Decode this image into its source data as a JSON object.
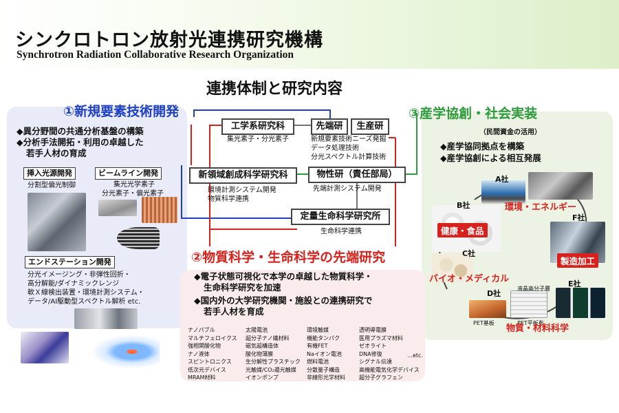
{
  "header": {
    "title": "シンクロトロン放射光連携研究機構",
    "subtitle": "Synchrotron Radiation Collaborative Research Organization"
  },
  "section_title": "連携体制と研究内容",
  "pillar1": {
    "heading": "①新規要素技術開発",
    "bullets": [
      "◆異分野間の共通分析基盤の構築",
      "◆分析手法開拓・利用の卓越した",
      "若手人材の育成"
    ],
    "sources": {
      "label": "挿入光源開発",
      "desc": "分割型偏光制御"
    },
    "beamline": {
      "label": "ビームライン開発",
      "desc": [
        "集光光学素子",
        "分光素子・偏光素子"
      ]
    },
    "endstation": {
      "label": "エンドステーション開発",
      "desc": [
        "分光イメージング・非弾性回折・",
        "高分解能/ダイナミックレンジ",
        "軟Ｘ線検出装置・環境計測システム・",
        "データ/AI駆動型スペクトル解析 etc."
      ]
    }
  },
  "orgs": {
    "eng": {
      "name": "工学系研究科",
      "desc": "集光素子・分光素子"
    },
    "issp": {
      "name": "物性研（責任部局）",
      "desc": "先端計測システム開発"
    },
    "frontier": {
      "name": "新領域創成科学研究科",
      "desc": [
        "環境計測システム開発",
        "物質科学連携"
      ]
    },
    "rcast": {
      "name": "先端研"
    },
    "iis": {
      "name": "生産研"
    },
    "rcast_iis_desc": [
      "新規要素技術ニーズ発掘",
      "データ処理技術",
      "分光スペクトル計算技術"
    ],
    "iqb": {
      "name": "定量生命科学研究所",
      "desc": "生命科学連携"
    }
  },
  "pillar2": {
    "heading": "②物質科学・生命科学の先端研究",
    "bullets": [
      "◆電子状態可視化で本学の卓越した物質科学・",
      "生命科学研究を加速",
      "◆国内外の大学研究機関・施設との連携研究で",
      "若手人材を育成"
    ],
    "topics": [
      [
        "ナノパブル",
        "マルチフェロイクス",
        "強相関酸化物",
        "ナノ液体",
        "スピントロニクス",
        "低次元デバイス",
        "MRAM材料"
      ],
      [
        "太陽電池",
        "超分子ナノ繊材料",
        "磁気超構造体",
        "酸化物薄膜",
        "生分解性プラスチック",
        "光触媒/CO₂還元触媒",
        "イオンポンプ"
      ],
      [
        "環境触媒",
        "機能タンパク",
        "有機FET",
        "Naイオン電池",
        "燃料電池",
        "分散量子構造",
        "非線形光学材料"
      ],
      [
        "透明導電膜",
        "医用プラズマ材料",
        "ゼオライト",
        "DNA修復",
        "シグナル伝達",
        "高機能電気化学デバイス",
        "超分子グラフェン"
      ]
    ],
    "etc": "…etc."
  },
  "pillar3": {
    "heading": "③産学協創・社会実装",
    "note": "（民間資金の活用）",
    "bullets": [
      "◆産学協同拠点を構築",
      "◆産学協創による相互発展"
    ],
    "companies": [
      "A社",
      "B社",
      "C社",
      "D社",
      "E社",
      "F社"
    ],
    "domains": {
      "env": "環境・エネルギー",
      "health": "健康・食品",
      "bio": "バイオ・メディカル",
      "mfg": "製造加工",
      "materials": "物質・材料科学"
    },
    "diagram_labels": [
      "液晶高分子層",
      "PET基板",
      "PET平板布"
    ]
  },
  "colors": {
    "blue": "#1d3fc2",
    "red": "#d8211c",
    "green": "#2c9b3a"
  }
}
